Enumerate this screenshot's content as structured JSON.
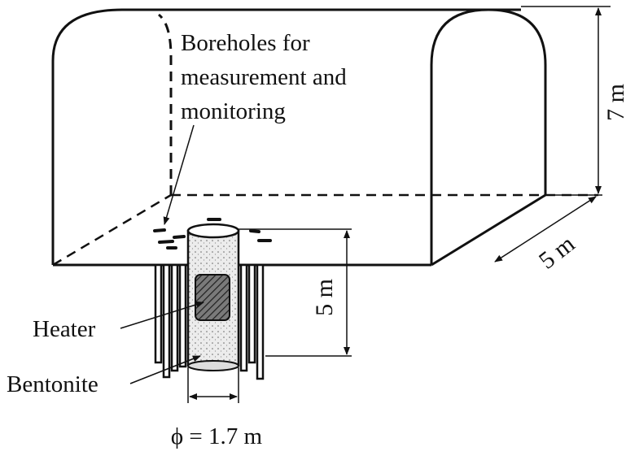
{
  "labels": {
    "boreholes_line1": "Boreholes for",
    "boreholes_line2": "measurement and",
    "boreholes_line3": "monitoring",
    "heater": "Heater",
    "bentonite": "Bentonite",
    "height_tunnel": "7 m",
    "width_tunnel": "5 m",
    "depth_pit": "5 m",
    "diameter": "ϕ = 1.7 m"
  },
  "colors": {
    "ink": "#111111",
    "bentonite_fill": "#e6e6e6",
    "heater_fill": "#555555"
  }
}
